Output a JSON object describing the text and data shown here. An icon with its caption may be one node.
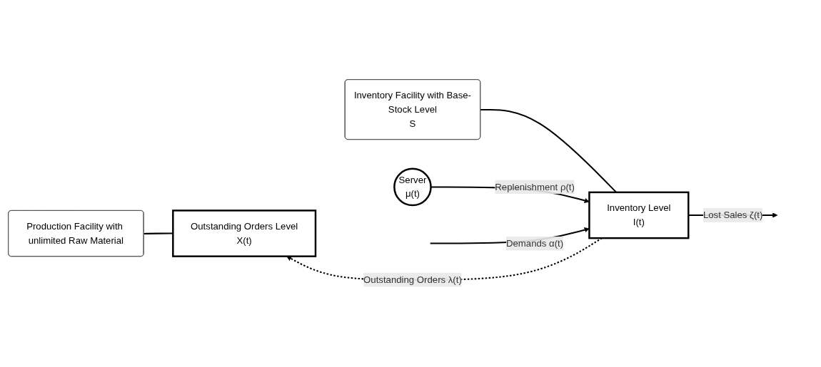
{
  "diagram": {
    "nodes": [
      {
        "text": [
          "Outstanding Orders Level",
          "X(t)"
        ]
      },
      {
        "text": [
          "Server",
          "μ(t)"
        ]
      },
      {
        "text": [
          "Inventory Level",
          "I(t)"
        ]
      },
      {
        "text": [
          "Inventory Facility with Base-Stock Level",
          "S"
        ]
      },
      {
        "text": [
          "Production Facility with unlimited Raw Material"
        ]
      }
    ],
    "edges": [
      {
        "from": 2,
        "to": 0,
        "arrow": "to",
        "style": "dashed",
        "label": "Outstanding Orders λ(t)"
      },
      {
        "from": 3,
        "to": 2,
        "arrow": "none"
      },
      {
        "from": 1,
        "to": 2,
        "arrow": "to",
        "label": "Replenishment ρ(t)"
      },
      {
        "from": null,
        "to": 2,
        "arrow": "to",
        "label": "Demands α(t)"
      },
      {
        "from": 2,
        "to": null,
        "arrow": "to",
        "label": "Lost Sales ζ(t)"
      },
      {
        "from": 4,
        "to": 0,
        "arrow": "none"
      }
    ]
  }
}
